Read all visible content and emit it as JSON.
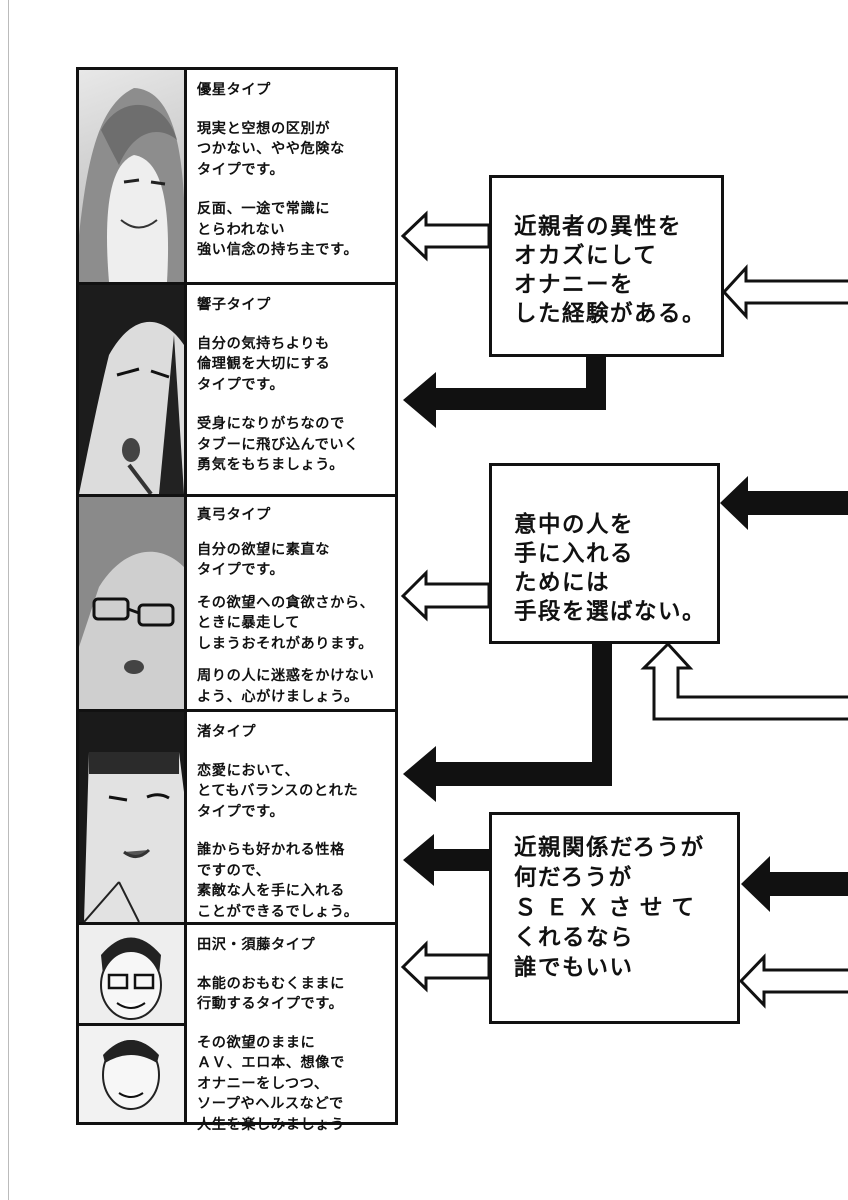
{
  "types": [
    {
      "title": "優星タイプ",
      "paragraphs": [
        "現実と空想の区別が\nつかない、やや危険な\nタイプです。",
        "反面、一途で常識に\nとらわれない\n強い信念の持ち主です。"
      ]
    },
    {
      "title": "響子タイプ",
      "paragraphs": [
        "自分の気持ちよりも\n倫理観を大切にする\nタイプです。",
        "受身になりがちなので\nタブーに飛び込んでいく\n勇気をもちましょう。"
      ]
    },
    {
      "title": "真弓タイプ",
      "paragraphs": [
        "自分の欲望に素直な\nタイプです。",
        "その欲望への貪欲さから、\nときに暴走して\nしまうおそれがあります。",
        "周りの人に迷惑をかけない\nよう、心がけましょう。"
      ]
    },
    {
      "title": "渚タイプ",
      "paragraphs": [
        "恋愛において、\nとてもバランスのとれた\nタイプです。",
        "誰からも好かれる性格\nですので、\n素敵な人を手に入れる\nことができるでしょう。"
      ]
    },
    {
      "title": "田沢・須藤タイプ",
      "paragraphs": [
        "本能のおもむくままに\n行動するタイプです。",
        "その欲望のままに\nＡＶ、エロ本、想像で\nオナニーをしつつ、\nソープやヘルスなどで\n人生を楽しみましょう"
      ]
    }
  ],
  "questions": {
    "q1": "近親者の異性を\nオカズにして\nオナニーを\nした経験がある。",
    "q2": "意中の人を\n手に入れる\nためには\n手段を選ばない。",
    "q3": {
      "line1": "近親関係だろうが",
      "line2": "何だろうが",
      "line3": "ＳＥＸさせて",
      "line4": "くれるなら",
      "line5": "誰でもいい"
    }
  },
  "arrow_styles": {
    "yes": "solid-black",
    "no": "white-outlined"
  },
  "colors": {
    "ink": "#111111",
    "paper": "#ffffff",
    "tone": "#c9c9c9"
  }
}
